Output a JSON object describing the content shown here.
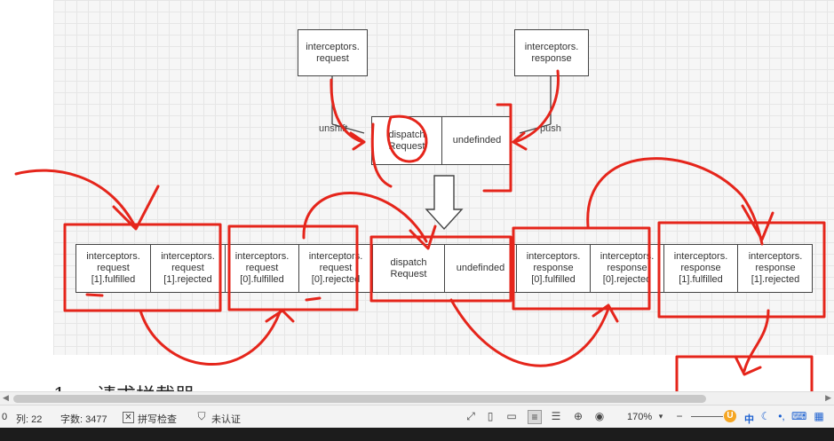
{
  "diagram": {
    "top_left_box": "interceptors.\nrequest",
    "top_right_box": "interceptors.\nresponse",
    "unshift_label": "unshift",
    "push_label": "push",
    "middle_chain": [
      "dispatch\nRequest",
      "undefinded"
    ],
    "bottom_chain": [
      "interceptors.\nrequest\n[1].fulfilled",
      "interceptors.\nrequest\n[1].rejected",
      "interceptors.\nrequest\n[0].fulfilled",
      "interceptors.\nrequest\n[0].rejected",
      "dispatch\nRequest",
      "undefinded",
      "interceptors.\nresponse\n[0].fulfilled",
      "interceptors.\nresponse\n[0].rejected",
      "interceptors.\nresponse\n[1].fulfilled",
      "interceptors.\nresponse\n[1].rejected"
    ]
  },
  "document": {
    "list_number": "1",
    "heading": "请求拦截器:"
  },
  "statusbar": {
    "line_fragment": "0",
    "column": "列: 22",
    "word_count": "字数: 3477",
    "spellcheck": "拼写检查",
    "auth": "未认证",
    "zoom": "170%",
    "ime_lang": "中"
  },
  "colors": {
    "annotation": "#e5251b",
    "ime_logo": "#f5a623"
  },
  "icons": [
    "spellcheck-icon",
    "shield-icon",
    "fullscreen-icon",
    "book-icon",
    "reading-mode-icon",
    "page-view-icon",
    "outline-icon",
    "web-icon",
    "eye-icon",
    "zoom-dropdown-icon",
    "zoom-out-icon",
    "zoom-in-icon",
    "ime-logo-icon",
    "moon-icon",
    "punctuation-icon",
    "keyboard-icon",
    "grid-icon"
  ]
}
